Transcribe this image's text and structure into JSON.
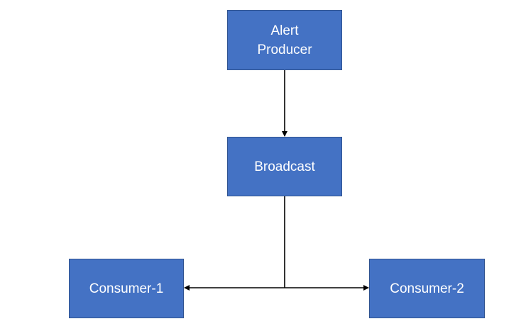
{
  "colors": {
    "node_fill": "#4472c4",
    "node_border": "#2f528f",
    "edge": "#000000",
    "text": "#ffffff"
  },
  "nodes": {
    "alert_producer": {
      "label": "Alert\nProducer"
    },
    "broadcast": {
      "label": "Broadcast"
    },
    "consumer_1": {
      "label": "Consumer-1"
    },
    "consumer_2": {
      "label": "Consumer-2"
    }
  },
  "edges": [
    {
      "from": "Alert Producer",
      "to": "Broadcast"
    },
    {
      "from": "Broadcast",
      "to": "Consumer-1"
    },
    {
      "from": "Broadcast",
      "to": "Consumer-2"
    }
  ]
}
